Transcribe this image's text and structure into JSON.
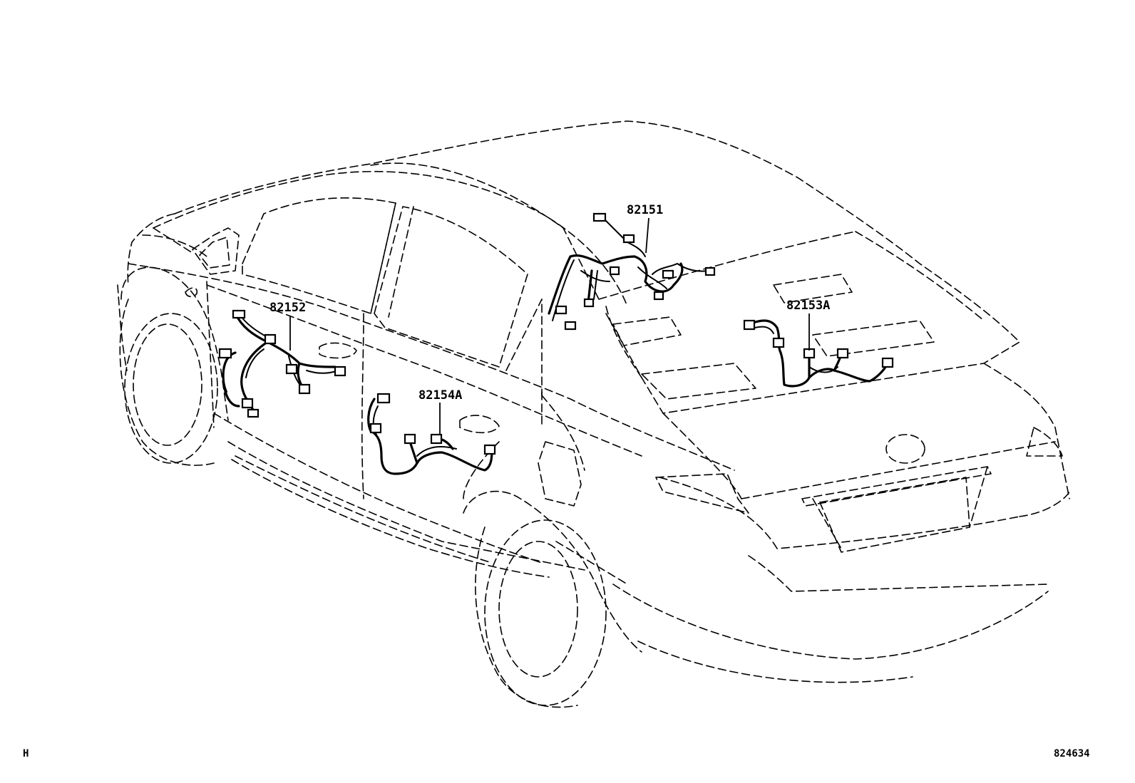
{
  "parts": [
    {
      "id": "82151",
      "label": "82151"
    },
    {
      "id": "82152",
      "label": "82152"
    },
    {
      "id": "82153A",
      "label": "82153A"
    },
    {
      "id": "82154A",
      "label": "82154A"
    }
  ],
  "corner_left": "H",
  "corner_right": "824634"
}
